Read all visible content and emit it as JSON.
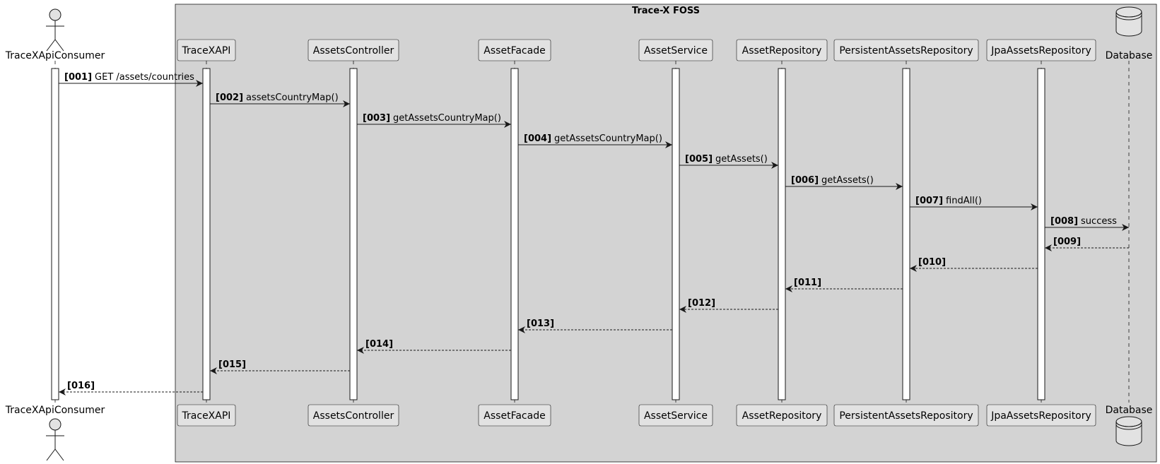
{
  "box_title": "Trace-X FOSS",
  "participants": [
    {
      "id": "consumer",
      "name": "TraceXApiConsumer",
      "kind": "actor"
    },
    {
      "id": "api",
      "name": "TraceXAPI",
      "kind": "participant"
    },
    {
      "id": "ctrl",
      "name": "AssetsController",
      "kind": "participant"
    },
    {
      "id": "facade",
      "name": "AssetFacade",
      "kind": "participant"
    },
    {
      "id": "service",
      "name": "AssetService",
      "kind": "participant"
    },
    {
      "id": "repo",
      "name": "AssetRepository",
      "kind": "participant"
    },
    {
      "id": "prepo",
      "name": "PersistentAssetsRepository",
      "kind": "participant"
    },
    {
      "id": "jpa",
      "name": "JpaAssetsRepository",
      "kind": "participant"
    },
    {
      "id": "db",
      "name": "Database",
      "kind": "database"
    }
  ],
  "messages": [
    {
      "num": "[001]",
      "text": "GET /assets/countries",
      "from": "consumer",
      "to": "api",
      "type": "sync"
    },
    {
      "num": "[002]",
      "text": "assetsCountryMap()",
      "from": "api",
      "to": "ctrl",
      "type": "sync"
    },
    {
      "num": "[003]",
      "text": "getAssetsCountryMap()",
      "from": "ctrl",
      "to": "facade",
      "type": "sync"
    },
    {
      "num": "[004]",
      "text": "getAssetsCountryMap()",
      "from": "facade",
      "to": "service",
      "type": "sync"
    },
    {
      "num": "[005]",
      "text": "getAssets()",
      "from": "service",
      "to": "repo",
      "type": "sync"
    },
    {
      "num": "[006]",
      "text": "getAssets()",
      "from": "repo",
      "to": "prepo",
      "type": "sync"
    },
    {
      "num": "[007]",
      "text": "findAll()",
      "from": "prepo",
      "to": "jpa",
      "type": "sync"
    },
    {
      "num": "[008]",
      "text": "success",
      "from": "jpa",
      "to": "db",
      "type": "sync"
    },
    {
      "num": "[009]",
      "text": "",
      "from": "db",
      "to": "jpa",
      "type": "return"
    },
    {
      "num": "[010]",
      "text": "",
      "from": "jpa",
      "to": "prepo",
      "type": "return"
    },
    {
      "num": "[011]",
      "text": "",
      "from": "prepo",
      "to": "repo",
      "type": "return"
    },
    {
      "num": "[012]",
      "text": "",
      "from": "repo",
      "to": "service",
      "type": "return"
    },
    {
      "num": "[013]",
      "text": "",
      "from": "service",
      "to": "facade",
      "type": "return"
    },
    {
      "num": "[014]",
      "text": "",
      "from": "facade",
      "to": "ctrl",
      "type": "return"
    },
    {
      "num": "[015]",
      "text": "",
      "from": "ctrl",
      "to": "api",
      "type": "return"
    },
    {
      "num": "[016]",
      "text": "",
      "from": "api",
      "to": "consumer",
      "type": "return"
    }
  ],
  "colors": {
    "box_fill": "#d3d3d3",
    "participant_fill": "#e2e2e2",
    "border": "#181818",
    "activation_fill": "#ffffff"
  }
}
